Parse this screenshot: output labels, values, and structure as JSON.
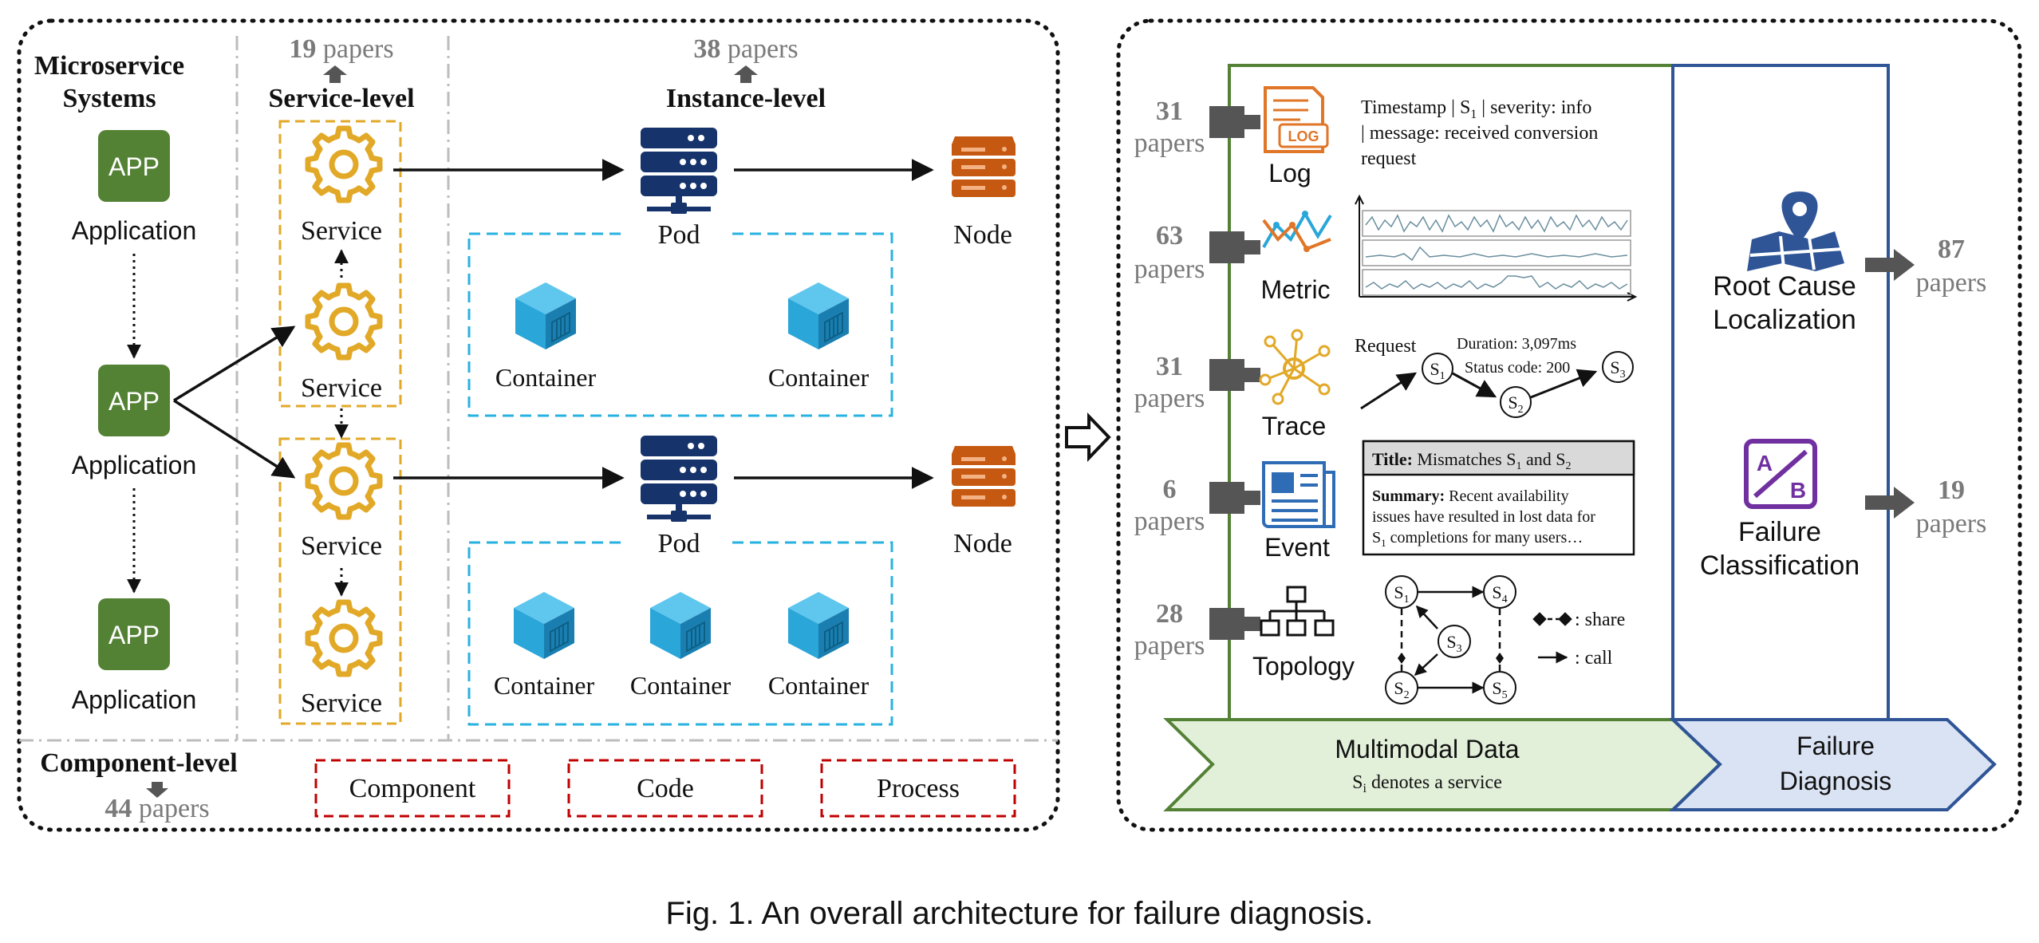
{
  "left_panel": {
    "systems_title": [
      "Microservice",
      "Systems"
    ],
    "service_level": {
      "count": "19",
      "unit": "papers",
      "title": "Service-level"
    },
    "instance_level": {
      "count": "38",
      "unit": "papers",
      "title": "Instance-level"
    },
    "component_level": {
      "title": "Component-level",
      "count": "44",
      "unit": "papers"
    },
    "app_badge": "APP",
    "application_label": "Application",
    "service_label": "Service",
    "pod_label": "Pod",
    "node_label": "Node",
    "container_label": "Container",
    "component_boxes": [
      "Component",
      "Code",
      "Process"
    ]
  },
  "right_panel": {
    "modalities": [
      {
        "count": "31",
        "unit": "papers",
        "label": "Log"
      },
      {
        "count": "63",
        "unit": "papers",
        "label": "Metric"
      },
      {
        "count": "31",
        "unit": "papers",
        "label": "Trace"
      },
      {
        "count": "6",
        "unit": "papers",
        "label": "Event"
      },
      {
        "count": "28",
        "unit": "papers",
        "label": "Topology"
      }
    ],
    "log_icon_text": "LOG",
    "log_example": {
      "line1_pre": "Timestamp | S",
      "line1_sub": "1",
      "line1_post": " | severity: info",
      "line2": "| message: received conversion",
      "line3": "request"
    },
    "trace_example": {
      "request": "Request",
      "duration": "Duration: 3,097ms",
      "status": "Status code: 200",
      "s": "S",
      "nodes": [
        "1",
        "2",
        "3"
      ]
    },
    "event_example": {
      "title_label": "Title:",
      "title_text_pre": " Mismatches S",
      "title_sub1": "1",
      "title_text_mid": " and S",
      "title_sub2": "2",
      "summary_label": "Summary:",
      "summary_line1": " Recent availability",
      "summary_line2": "issues have resulted in lost data for",
      "summary_line3_s": "S",
      "summary_line3_sub": "1",
      "summary_line3_rest": " completions for many users…"
    },
    "topology_example": {
      "s": "S",
      "nodes": [
        "1",
        "2",
        "3",
        "4",
        "5"
      ],
      "legend_share": ": share",
      "legend_call": ": call"
    },
    "diagnosis": [
      {
        "label": [
          "Root Cause",
          "Localization"
        ],
        "count": "87",
        "unit": "papers"
      },
      {
        "label": [
          "Failure",
          "Classification"
        ],
        "count": "19",
        "unit": "papers"
      }
    ],
    "classification_icon": {
      "a": "A",
      "b": "B"
    },
    "banner_left": {
      "title": "Multimodal Data",
      "sub_pre": "S",
      "sub_i": "i",
      "sub_post": " denotes a service"
    },
    "banner_right": {
      "line1": "Failure",
      "line2": "Diagnosis"
    }
  },
  "caption": "Fig. 1.  An overall architecture for failure diagnosis.",
  "colors": {
    "app_green": "#548235",
    "gear": "#e2a928",
    "server_blue": "#17336b",
    "node_orange": "#c65911",
    "container_blue": "#2aa6d9",
    "dashed_cyan": "#28b2e0",
    "dashed_red": "#c00000",
    "modal_green": "#538135",
    "diag_blue": "#2f5597",
    "banner_green": "#e2efd9",
    "banner_blue": "#dae3f3",
    "icon_orange": "#e07628",
    "event_blue": "#2e6db5",
    "icon_purple": "#7030a0",
    "count_gray": "#7f7f7f"
  },
  "icons": [
    "app-icon",
    "gear-icon",
    "server-icon",
    "node-stack-icon",
    "container-cube-icon",
    "log-icon",
    "metric-icon",
    "trace-icon",
    "event-icon",
    "topology-icon",
    "map-pin-icon",
    "classification-icon",
    "block-arrow-icon"
  ]
}
